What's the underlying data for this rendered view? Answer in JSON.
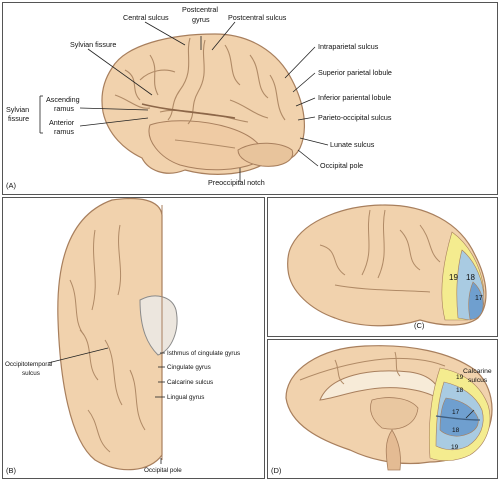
{
  "panels": {
    "a": {
      "tag": "(A)",
      "labels": {
        "central_sulcus": "Central sulcus",
        "postcentral_gyrus_line1": "Postcentral",
        "postcentral_gyrus_line2": "gyrus",
        "postcentral_sulcus": "Postcentral sulcus",
        "sylvian_fissure": "Sylvian fissure",
        "intraparietal_sulcus": "Intraparietal sulcus",
        "superior_parietal_lobule": "Superior parietal lobule",
        "inferior_parietal_lobule": "Inferior pariental lobule",
        "parieto_occipital_sulcus": "Parieto-occipital sulcus",
        "lunate_sulcus": "Lunate sulcus",
        "occipital_pole": "Occipital pole",
        "preoccipital_notch": "Preoccipital notch",
        "sylvian_group_line1": "Sylvian",
        "sylvian_group_line2": "fissure",
        "ascending_ramus_line1": "Ascending",
        "ascending_ramus_line2": "ramus",
        "anterior_ramus_line1": "Anterior",
        "anterior_ramus_line2": "ramus"
      }
    },
    "b": {
      "tag": "(B)",
      "labels": {
        "occipitotemporal_line1": "Occipitotemporal",
        "occipitotemporal_line2": "sulcus",
        "isthmus": "Isthmus of cingulate gyrus",
        "cingulate_gyrus": "Cingulate gyrus",
        "calcarine_sulcus": "Calcarine sulcus",
        "lingual_gyrus": "Lingual gyrus",
        "occipital_pole": "Occipital pole"
      }
    },
    "c": {
      "tag": "(C)",
      "areas": {
        "a19": "19",
        "a18": "18",
        "a17": "17"
      }
    },
    "d": {
      "tag": "(D)",
      "areas": {
        "a19_top": "19",
        "a18_top": "18",
        "a17": "17",
        "a18_bottom": "18",
        "a19_bottom": "19"
      },
      "labels": {
        "calcarine_line1": "Calcarine",
        "calcarine_line2": "sulcus"
      }
    }
  },
  "colors": {
    "brain": "#f1d2ad",
    "brain_stroke": "#a87f5d",
    "area17": "#6f9fcf",
    "area18": "#a9cbe2",
    "area19": "#f4ec8f",
    "leader": "#222222"
  }
}
